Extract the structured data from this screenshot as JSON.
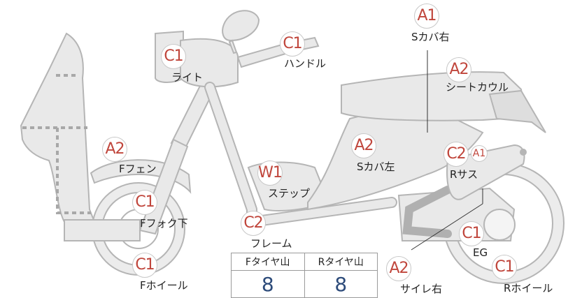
{
  "parts": {
    "light": {
      "grade": "C1",
      "label": "ライト"
    },
    "handle": {
      "grade": "C1",
      "label": "ハンドル"
    },
    "s_cover_r": {
      "grade": "A1",
      "label": "Sカバ右"
    },
    "seat_cowl": {
      "grade": "A2",
      "label": "シートカウル"
    },
    "f_fender": {
      "grade": "A2",
      "label": "Fフェン"
    },
    "s_cover_l": {
      "grade": "A2",
      "label": "Sカバ左"
    },
    "step": {
      "grade": "W1",
      "label": "ステップ"
    },
    "r_sus": {
      "grade": "C2",
      "grade2": "A1",
      "label": "Rサス"
    },
    "f_fork": {
      "grade": "C1",
      "label": "Fフォク下"
    },
    "frame": {
      "grade": "C2",
      "label": "フレーム"
    },
    "eg": {
      "grade": "C1",
      "label": "EG"
    },
    "f_wheel": {
      "grade": "C1",
      "label": "Fホイール"
    },
    "muffler_r": {
      "grade": "A2",
      "label": "サイレ右"
    },
    "r_wheel": {
      "grade": "C1",
      "label": "Rホイール"
    }
  },
  "tread": {
    "front_header": "Fタイヤ山",
    "rear_header": "Rタイヤ山",
    "front_value": "8",
    "rear_value": "8"
  }
}
